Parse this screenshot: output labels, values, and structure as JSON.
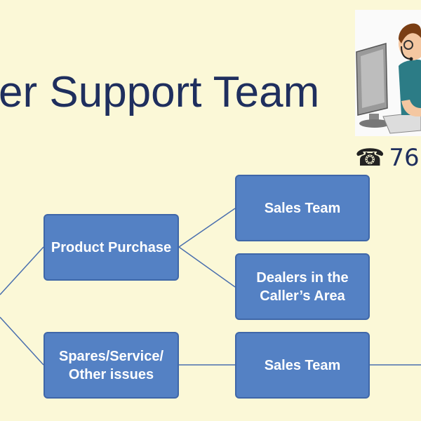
{
  "slide": {
    "title": "er Support Team",
    "phone_icon": "telephone-icon",
    "phone_text": "76"
  },
  "nodes": {
    "product_purchase": "Product Purchase",
    "sales_team_top": "Sales Team",
    "dealers_area": "Dealers in the\nCaller’s Area",
    "spares_service": "Spares/Service/\nOther issues",
    "sales_team_bottom": "Sales Team"
  },
  "colors": {
    "background": "#fbf8d7",
    "node_fill": "#5481c4",
    "node_border": "#3f67a8",
    "title": "#1f2f5e"
  }
}
